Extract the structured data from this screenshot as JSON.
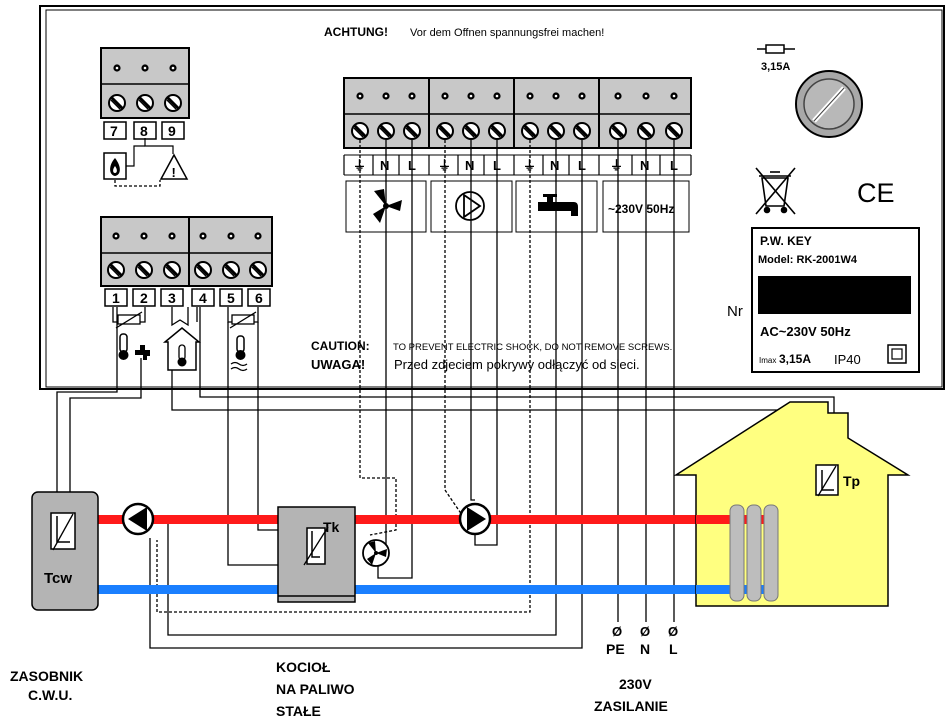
{
  "panel": {
    "warning_de": "ACHTUNG!",
    "warning_de_text": "Vor dem Offnen spannungsfrei machen!",
    "caution_en": "CAUTION:",
    "caution_en_text": "TO PREVENT ELECTRIC SHOCK, DO NOT REMOVE SCREWS.",
    "caution_pl": "UWAGA!",
    "caution_pl_text": "Przed zdjeciem pokrywy odłączyć od sieci.",
    "fuse_rating": "3,15A",
    "nr_label": "Nr"
  },
  "label_plate": {
    "brand": "P.W. KEY",
    "model": "Model: RK-2001W4",
    "supply": "AC~230V 50Hz",
    "imax_prefix": "Imax",
    "imax_value": "3,15A",
    "ip_rating": "IP40"
  },
  "ce_mark": "CE",
  "terminals_top": [
    "7",
    "8",
    "9"
  ],
  "terminals_bottom": [
    "1",
    "2",
    "3",
    "4",
    "5",
    "6"
  ],
  "output_pins": [
    "⏚",
    "N",
    "L"
  ],
  "mains_label": "~230V 50Hz",
  "sensors": {
    "tcw": "Tcw",
    "tk": "Tk",
    "tp": "Tp"
  },
  "captions": {
    "tank_line1": "ZASOBNIK",
    "tank_line2": "C.W.U.",
    "boiler_line1": "KOCIOŁ",
    "boiler_line2": "NA PALIWO",
    "boiler_line3": "STAŁE",
    "power_line1": "230V",
    "power_line2": "ZASILANIE"
  },
  "power_terminals": [
    {
      "symbol": "Ø",
      "label": "PE"
    },
    {
      "symbol": "Ø",
      "label": "N"
    },
    {
      "symbol": "Ø",
      "label": "L"
    }
  ],
  "colors": {
    "hot_pipe": "#ff1a1a",
    "cold_pipe": "#1a7fff",
    "house_fill": "#ffff80",
    "terminal_grey": "#c8c8c8",
    "tank_grey": "#b4b4b4"
  }
}
